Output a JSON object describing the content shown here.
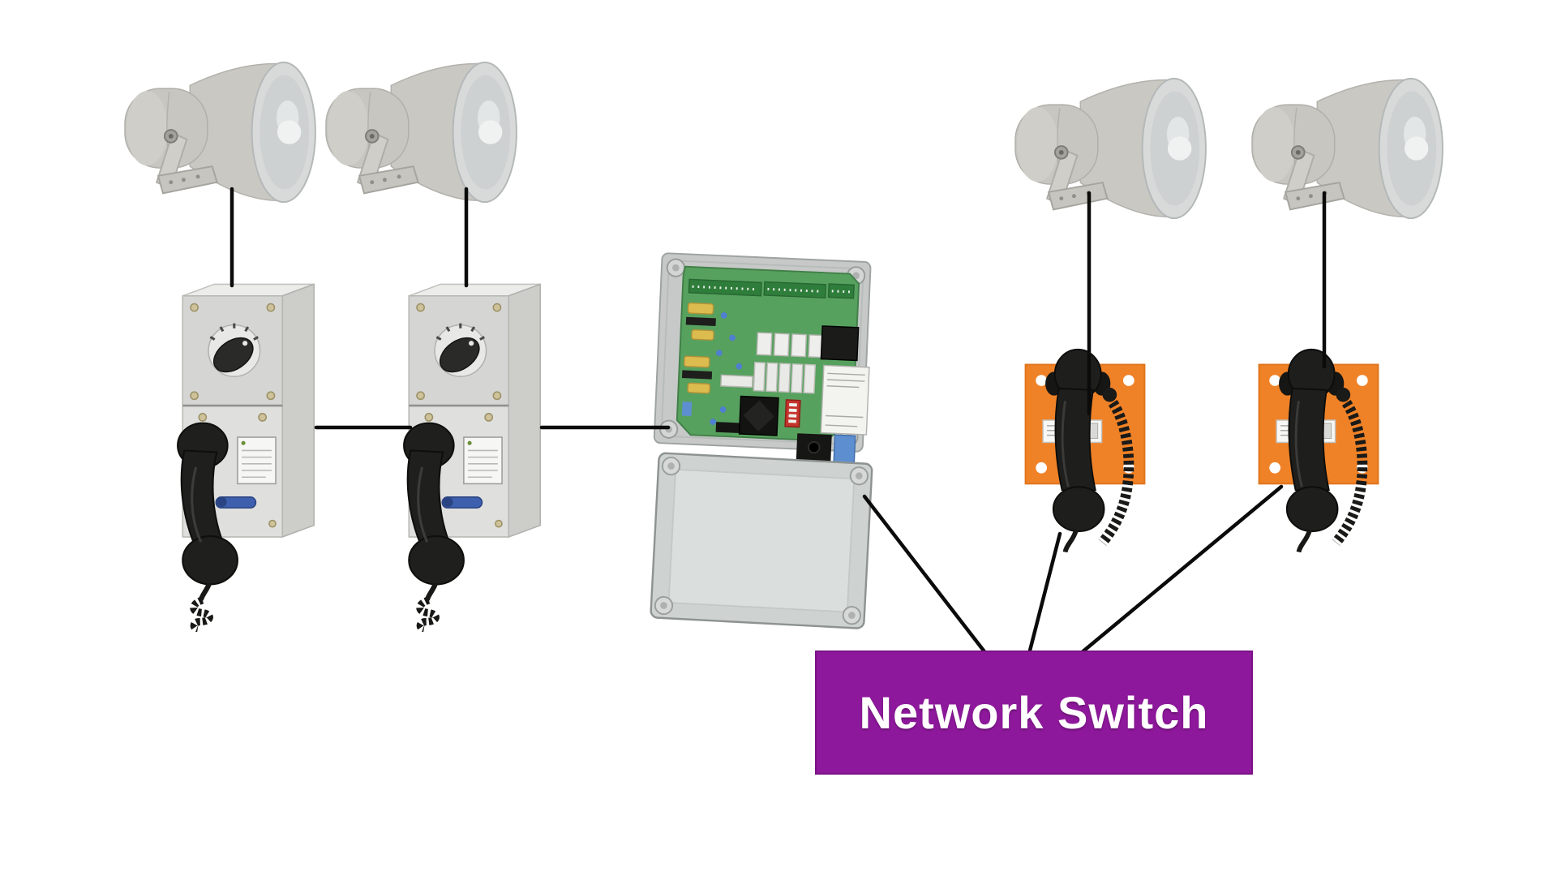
{
  "network_switch": {
    "label": "Network Switch"
  },
  "colors": {
    "background": "#ffffff",
    "wire": "#0b0b0b",
    "switch_bg": "#8E189B",
    "switch_text": "#ffffff",
    "orange_plate": "#EF8227",
    "speaker_gray": "#C9C8C3",
    "phone_body_gray": "#DFDFDD",
    "enclosure_gray": "#C6C9C7",
    "pcb_green": "#57A15E",
    "handset_black": "#1E1E1C",
    "lever_blue": "#3D5FAE"
  },
  "devices": [
    {
      "id": "horn-speaker-1",
      "type": "horn-loudspeaker",
      "side": "left"
    },
    {
      "id": "horn-speaker-2",
      "type": "horn-loudspeaker",
      "side": "left"
    },
    {
      "id": "wall-phone-1",
      "type": "industrial-wall-telephone-gray",
      "side": "left"
    },
    {
      "id": "wall-phone-2",
      "type": "industrial-wall-telephone-gray",
      "side": "left"
    },
    {
      "id": "control-unit",
      "type": "amplifier-control-enclosure-with-pcb",
      "side": "center"
    },
    {
      "id": "horn-speaker-3",
      "type": "horn-loudspeaker",
      "side": "right"
    },
    {
      "id": "horn-speaker-4",
      "type": "horn-loudspeaker",
      "side": "right"
    },
    {
      "id": "orange-phone-1",
      "type": "wall-telephone-orange-plate",
      "side": "right"
    },
    {
      "id": "orange-phone-2",
      "type": "wall-telephone-orange-plate",
      "side": "right"
    },
    {
      "id": "network-switch",
      "type": "label-box",
      "label": "Network Switch"
    }
  ],
  "connections": [
    {
      "from": "horn-speaker-1",
      "to": "wall-phone-1"
    },
    {
      "from": "horn-speaker-2",
      "to": "wall-phone-2"
    },
    {
      "from": "wall-phone-1",
      "to": "wall-phone-2"
    },
    {
      "from": "wall-phone-2",
      "to": "control-unit"
    },
    {
      "from": "control-unit",
      "to": "network-switch"
    },
    {
      "from": "orange-phone-1",
      "to": "network-switch"
    },
    {
      "from": "orange-phone-2",
      "to": "network-switch"
    },
    {
      "from": "horn-speaker-3",
      "to": "orange-phone-1"
    },
    {
      "from": "horn-speaker-4",
      "to": "orange-phone-2"
    }
  ]
}
